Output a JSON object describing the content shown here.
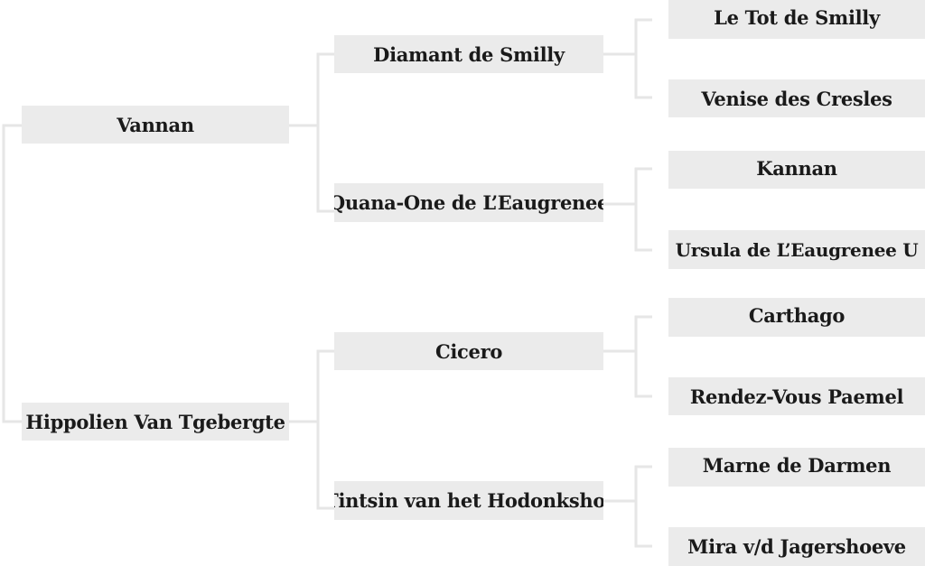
{
  "pedigree": {
    "gen1": [
      {
        "name": "Vannan"
      },
      {
        "name": "Hippolien Van Tgebergte"
      }
    ],
    "gen2": [
      {
        "name": "Diamant de Smilly"
      },
      {
        "name": "Quana-One de L’Eaugrenee"
      },
      {
        "name": "Cicero"
      },
      {
        "name": "Tintsin van het Hodonkshof"
      }
    ],
    "gen3": [
      {
        "name": "Le Tot de Smilly"
      },
      {
        "name": "Venise des Cresles"
      },
      {
        "name": "Kannan"
      },
      {
        "name": "Ursula de L’Eaugrenee U"
      },
      {
        "name": "Carthago"
      },
      {
        "name": "Rendez-Vous Paemel"
      },
      {
        "name": "Marne de Darmen"
      },
      {
        "name": "Mira v/d Jagershoeve"
      }
    ]
  },
  "colors": {
    "box": "#ebebeb",
    "connector": "#e6e6e6",
    "text": "#1a1a1a"
  }
}
